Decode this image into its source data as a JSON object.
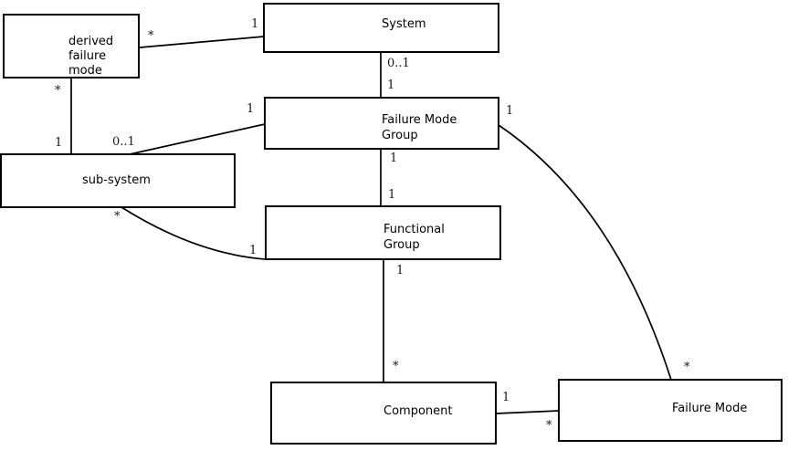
{
  "canvas": {
    "background": "#ffffff",
    "line_color": "#000000"
  },
  "entities": {
    "derived_failure_mode": {
      "label": "derived\nfailure\nmode"
    },
    "system": {
      "label": "System"
    },
    "failure_mode_group": {
      "label": "Failure Mode\nGroup"
    },
    "sub_system": {
      "label": "sub-system"
    },
    "functional_group": {
      "label": "Functional\nGroup"
    },
    "component": {
      "label": "Component"
    },
    "failure_mode": {
      "label": "Failure Mode"
    }
  },
  "relationships": [
    {
      "from": "System",
      "to": "derived failure mode",
      "from_card": "1",
      "to_card": "*"
    },
    {
      "from": "derived failure mode",
      "to": "sub-system",
      "from_card": "*",
      "to_card": "1"
    },
    {
      "from": "System",
      "to": "Failure Mode Group",
      "from_card": "0..1",
      "to_card": "1"
    },
    {
      "from": "Failure Mode Group",
      "to": "sub-system",
      "from_card": "1",
      "to_card": "0..1"
    },
    {
      "from": "Failure Mode Group",
      "to": "Functional Group",
      "from_card": "1",
      "to_card": "1"
    },
    {
      "from": "sub-system",
      "to": "Functional Group",
      "from_card": "*",
      "to_card": "1"
    },
    {
      "from": "Functional Group",
      "to": "Component",
      "from_card": "1",
      "to_card": "*"
    },
    {
      "from": "Component",
      "to": "Failure Mode",
      "from_card": "1",
      "to_card": "*"
    },
    {
      "from": "Failure Mode Group",
      "to": "Failure Mode",
      "from_card": "1",
      "to_card": "*"
    }
  ]
}
